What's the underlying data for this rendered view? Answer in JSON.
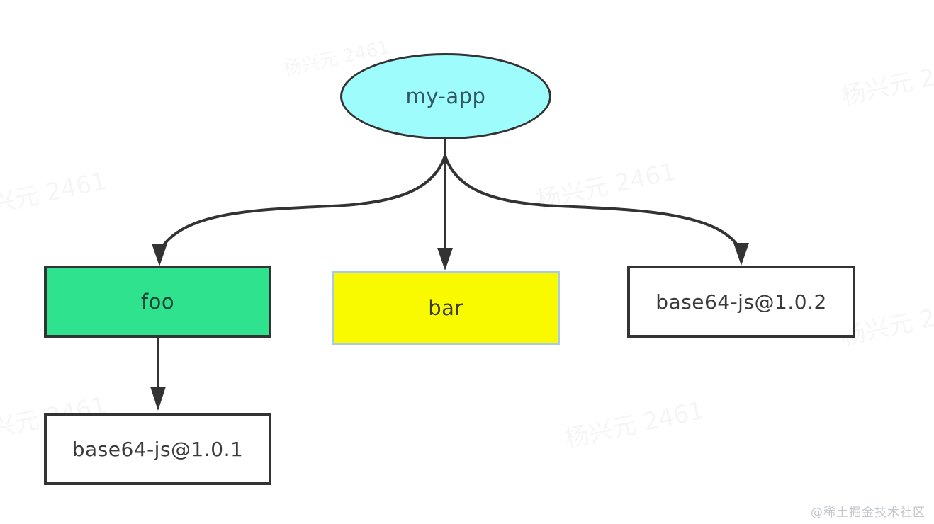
{
  "diagram": {
    "nodes": {
      "root": {
        "label": "my-app",
        "shape": "ellipse",
        "fill": "#9ffcfc"
      },
      "foo": {
        "label": "foo",
        "shape": "rect",
        "fill": "#2fe28e"
      },
      "bar": {
        "label": "bar",
        "shape": "rect",
        "fill": "#f9f900"
      },
      "dep102": {
        "label": "base64-js@1.0.2",
        "shape": "rect",
        "fill": "#ffffff"
      },
      "dep101": {
        "label": "base64-js@1.0.1",
        "shape": "rect",
        "fill": "#ffffff"
      }
    },
    "edges": [
      {
        "from": "my-app",
        "to": "foo"
      },
      {
        "from": "my-app",
        "to": "bar"
      },
      {
        "from": "my-app",
        "to": "base64-js@1.0.2"
      },
      {
        "from": "foo",
        "to": "base64-js@1.0.1"
      }
    ]
  },
  "colors": {
    "root_fill": "#9ffcfc",
    "foo_fill": "#2fe28e",
    "bar_fill": "#f9f900",
    "bar_border": "#a9cbe8",
    "dep_fill": "#ffffff",
    "edge_stroke": "#333333"
  },
  "watermark": {
    "text": "杨兴元 2461",
    "credit": "@稀土掘金技术社区"
  }
}
